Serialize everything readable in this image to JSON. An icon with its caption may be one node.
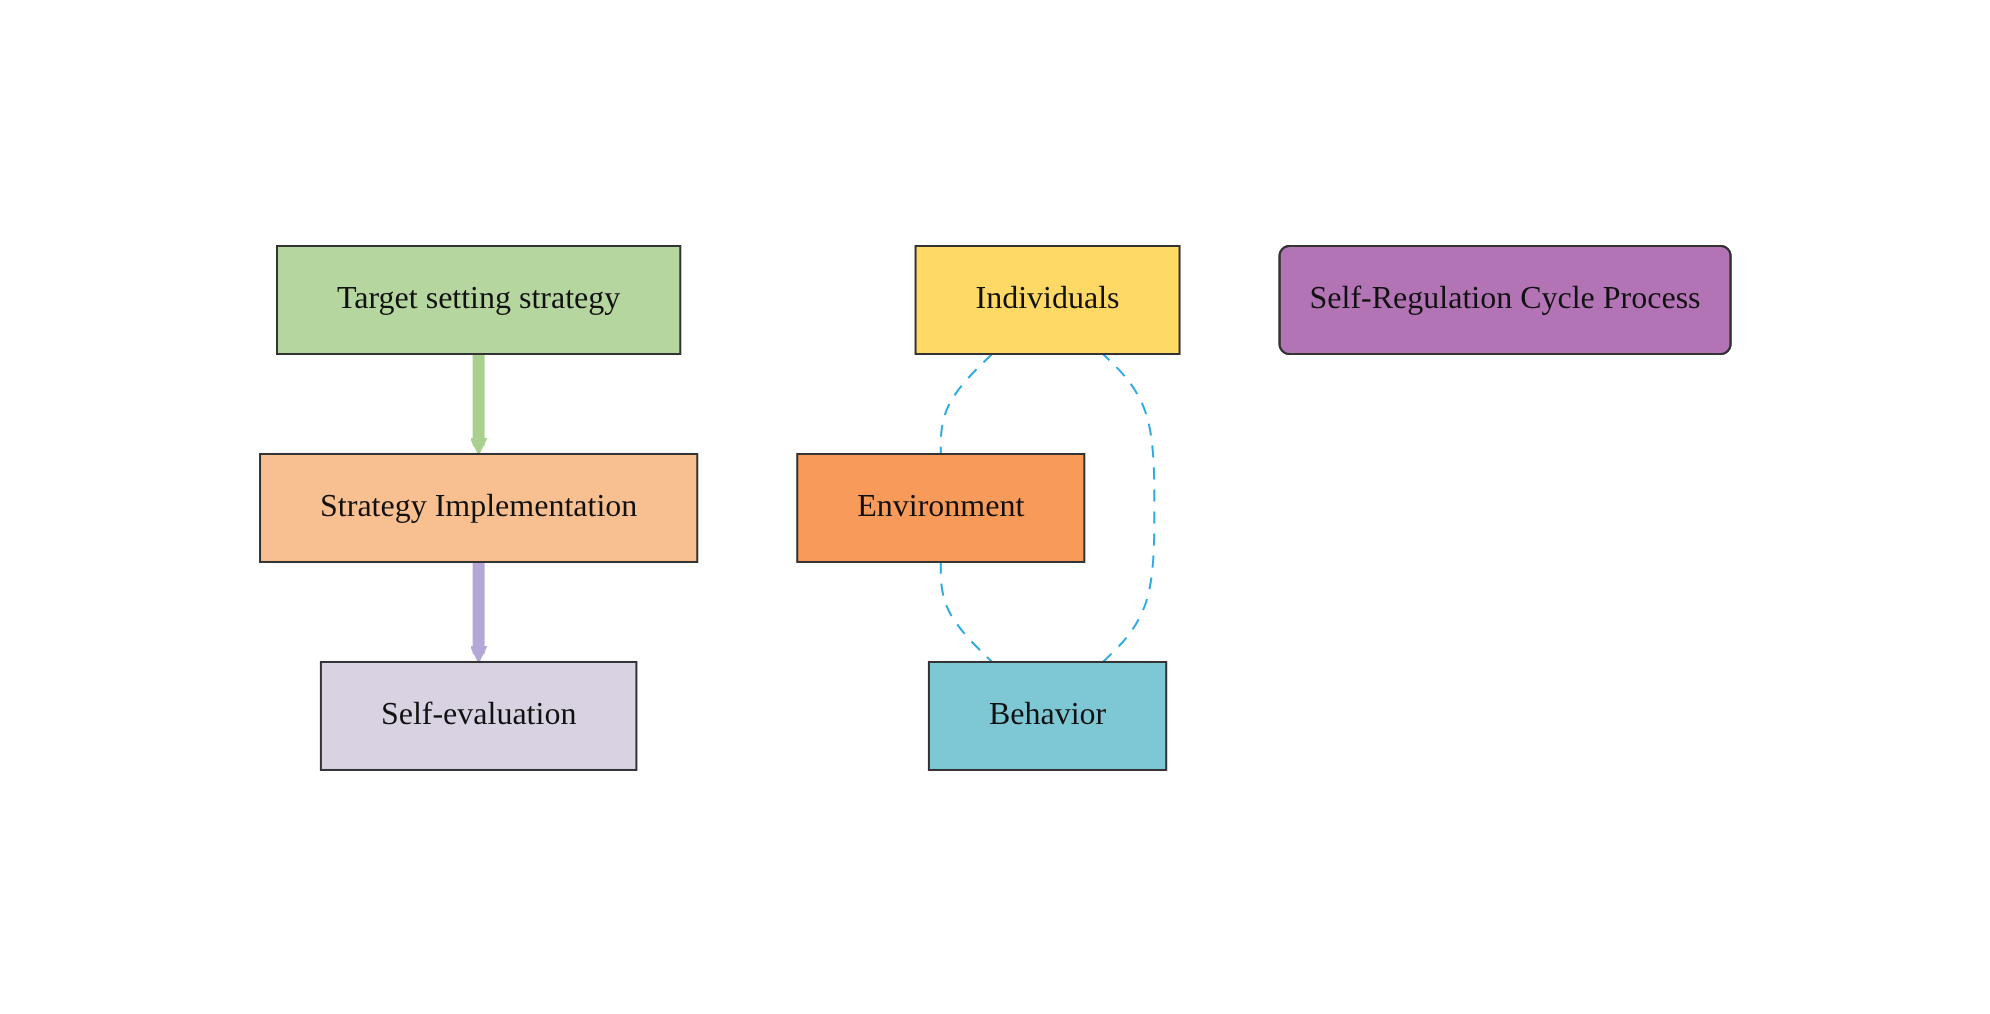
{
  "diagram": {
    "nodes": [
      {
        "text": [
          "Target setting strategy"
        ]
      },
      {
        "text": [
          "Self-evaluation"
        ]
      },
      {
        "text": [
          "Individuals"
        ]
      },
      {
        "text": [
          "Self-Regulation Cycle Process"
        ]
      },
      {
        "text": [
          "Environment"
        ]
      },
      {
        "text": [
          "Strategy Implementation"
        ]
      },
      {
        "text": [
          "Behavior"
        ]
      }
    ],
    "edges": [
      {
        "from": 0,
        "to": 5,
        "arrow": "to",
        "style": "thick",
        "color": "#a9d08e"
      },
      {
        "from": 5,
        "to": 1,
        "arrow": "to",
        "style": "thick",
        "color": "#b4a7d6"
      },
      {
        "from": 2,
        "to": 4,
        "arrow": "none",
        "style": "dashed",
        "color": "#29abe2"
      },
      {
        "from": 4,
        "to": 6,
        "arrow": "none",
        "style": "dashed",
        "color": "#29abe2"
      },
      {
        "from": 6,
        "to": 2,
        "arrow": "none",
        "style": "dashed",
        "color": "#29abe2"
      }
    ]
  }
}
